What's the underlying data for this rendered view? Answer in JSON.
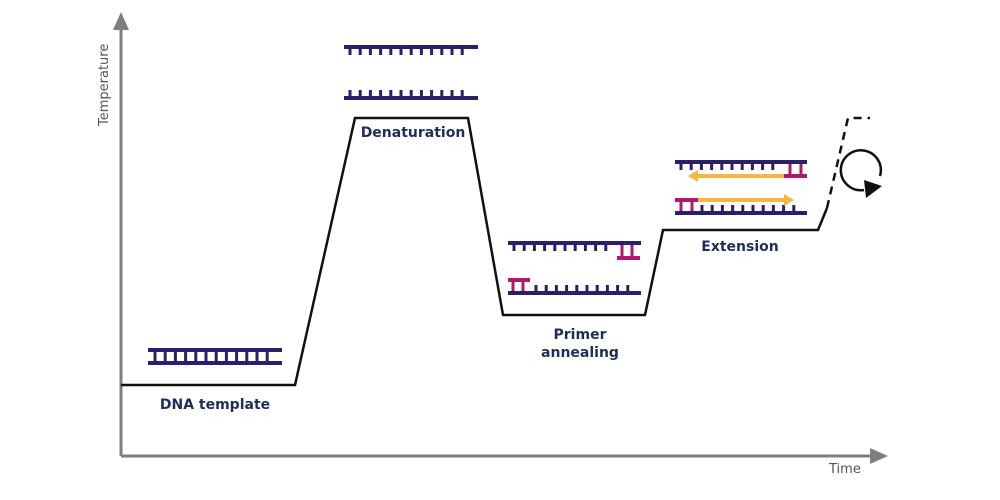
{
  "axes": {
    "y_label": "Temperature",
    "x_label": "Time"
  },
  "stages": {
    "denaturation": "Denaturation",
    "dna_template": "DNA template",
    "primer_annealing": "Primer\nannealing",
    "extension": "Extension"
  },
  "colors": {
    "axis": "#7f7f7f",
    "profile": "#111111",
    "dna_strand": "#2b1f6b",
    "primer": "#b0196b",
    "new_strand": "#f5b642",
    "label": "#1f2d5c"
  }
}
